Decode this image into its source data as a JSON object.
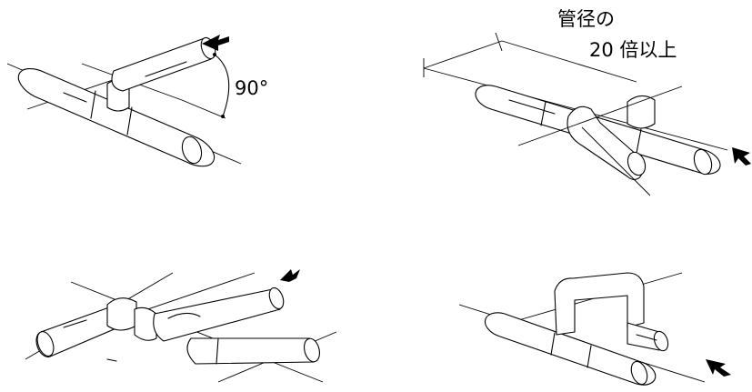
{
  "figure": {
    "angle_label": "90°",
    "spacing_label_line1": "管径の",
    "spacing_label_line2": "20 倍以上"
  }
}
